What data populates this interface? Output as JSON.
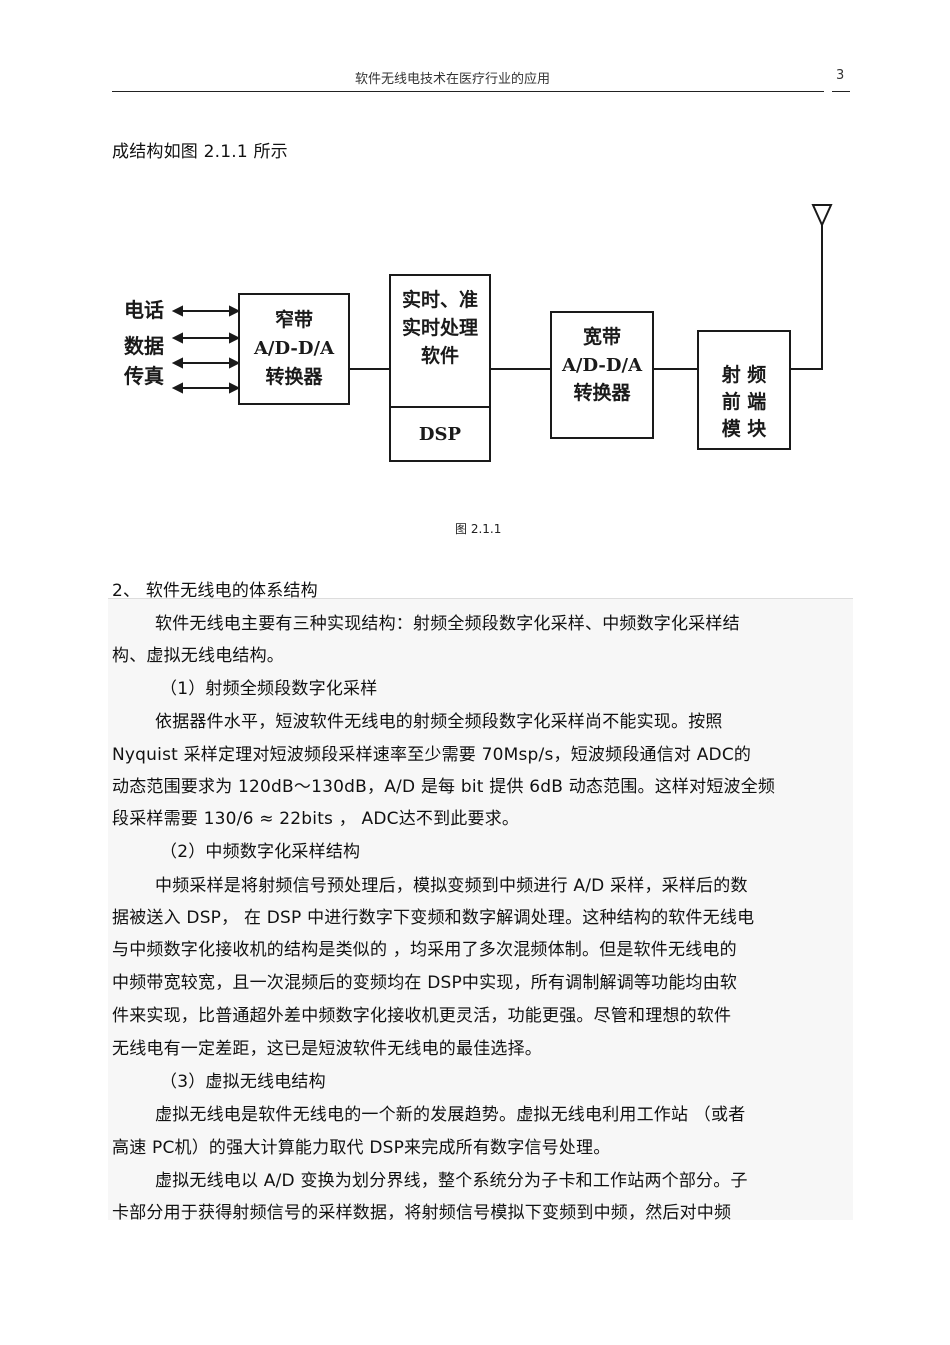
{
  "header": {
    "title": "软件无线电技术在医疗行业的应用",
    "page_number": "3"
  },
  "intro_line": "成结构如图    2.1.1   所示",
  "figure": {
    "inputs": [
      "电话",
      "数据",
      "传真"
    ],
    "narrowband_box": [
      "窄带",
      "A/D-D/A",
      "转换器"
    ],
    "realtime_box": [
      "实时、准",
      "实时处理",
      "软件"
    ],
    "dsp_label": "DSP",
    "wideband_box": [
      "宽带",
      "A/D-D/A",
      "转换器"
    ],
    "rf_box": [
      "射  频",
      "前  端",
      "模  块"
    ],
    "caption": "图 2.1.1"
  },
  "section": {
    "heading": "2、   软件无线电的体系结构",
    "lines": [
      "软件无线电主要有三种实现结构：射频全频段数字化采样、中频数字化采样结",
      "构、虚拟无线电结构。",
      "（1）射频全频段数字化采样",
      "依据器件水平，短波软件无线电的射频全频段数字化采样尚不能实现。按照",
      "Nyquist    采样定理对短波频段采样速率至少需要           70Msp/s，短波频段通信对      ADC的",
      "动态范围要求为     120dB～130dB，A/D 是每  bit   提供  6dB 动态范围。这样对短波全频",
      "段采样需要    130/6 ≈ 22bits ，    ADC达不到此要求。",
      "（2）中频数字化采样结构",
      "中频采样是将射频信号预处理后，模拟变频到中频进行               A/D 采样，采样后的数",
      "据被送入   DSP， 在  DSP 中进行数字下变频和数字解调处理。这种结构的软件无线电",
      "与中频数字化接收机的结构是类似的         ，均采用了多次混频体制。但是软件无线电的",
      "中频带宽较宽，且一次混频后的变频均在           DSP中实现，所有调制解调等功能均由软",
      "件来实现，比普通超外差中频数字化接收机更灵活，功能更强。尽管和理想的软件",
      "无线电有一定差距，这已是短波软件无线电的最佳选择。",
      "（3）虚拟无线电结构",
      "虚拟无线电是软件无线电的一个新的发展趋势。虚拟无线电利用工作站                  （或者",
      "高速  PC机）的强大计算能力取代      DSP来完成所有数字信号处理。",
      "虚拟无线电以    A/D 变换为划分界线，整个系统分为子卡和工作站两个部分。子",
      "卡部分用于获得射频信号的采样数据，将射频信号模拟下变频到中频，然后对中频"
    ]
  }
}
